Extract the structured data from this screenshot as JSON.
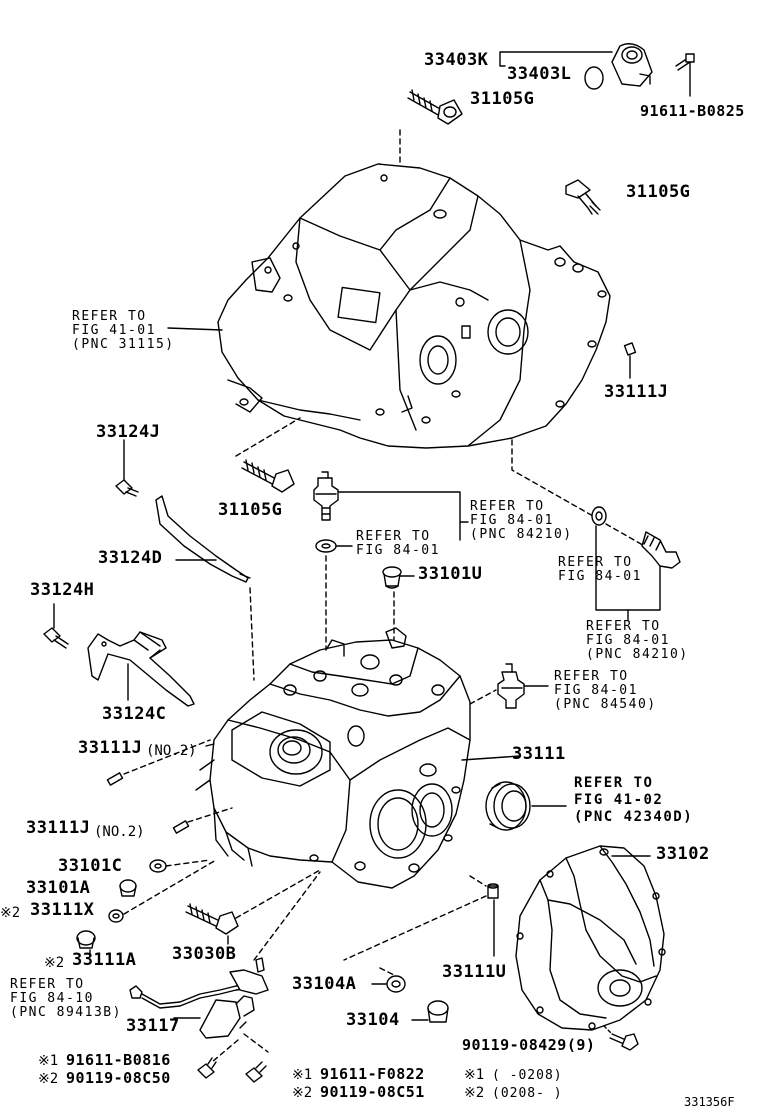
{
  "labels": {
    "p33403K": "33403K",
    "p33403L": "33403L",
    "p91611B0825": "91611-B0825",
    "p31105G_a": "31105G",
    "p31105G_b": "31105G",
    "p31105G_c": "31105G",
    "p33111J_right": "33111J",
    "p33124J": "33124J",
    "p33124D": "33124D",
    "p33124H": "33124H",
    "p33124C": "33124C",
    "p33101U": "33101U",
    "p33111": "33111",
    "p33111J_no2_a": "33111J",
    "p33111J_no2_b": "33111J",
    "no2_a": "(NO.2)",
    "no2_b": "(NO.2)",
    "p33101C": "33101C",
    "p33101A": "33101A",
    "p33111X": "33111X",
    "p33111A": "33111A",
    "p33030B": "33030B",
    "p33102": "33102",
    "p33111U": "33111U",
    "p33104A": "33104A",
    "p33104": "33104",
    "p33117": "33117",
    "p90119_08429": "90119-08429(9)",
    "mark1": "※1",
    "mark2": "※2",
    "p91611B0816": "91611-B0816",
    "p90119_08C50": "90119-08C50",
    "p91611F0822": "91611-F0822",
    "p90119_08C51": "90119-08C51",
    "date1": "(      -0208)",
    "date2": "(0208-      )",
    "code": "331356F"
  },
  "refs": {
    "r41_01": {
      "line1": "REFER TO",
      "line2": "FIG 41-01",
      "line3": "(PNC 31115)"
    },
    "r84_01_a": {
      "line1": "REFER TO",
      "line2": "FIG 84-01",
      "line3": "(PNC 84210)"
    },
    "r84_01_b": {
      "line1": "REFER TO",
      "line2": "FIG 84-01"
    },
    "r84_01_c": {
      "line1": "REFER TO",
      "line2": "FIG 84-01"
    },
    "r84_01_d": {
      "line1": "REFER TO",
      "line2": "FIG 84-01",
      "line3": "(PNC 84210)"
    },
    "r84_01_e": {
      "line1": "REFER TO",
      "line2": "FIG 84-01",
      "line3": "(PNC 84540)"
    },
    "r41_02": {
      "line1": "REFER TO",
      "line2": "FIG 41-02",
      "line3": "(PNC 42340D)"
    },
    "r84_10": {
      "line1": "REFER TO",
      "line2": "FIG 84-10",
      "line3": "(PNC 89413B)"
    }
  }
}
